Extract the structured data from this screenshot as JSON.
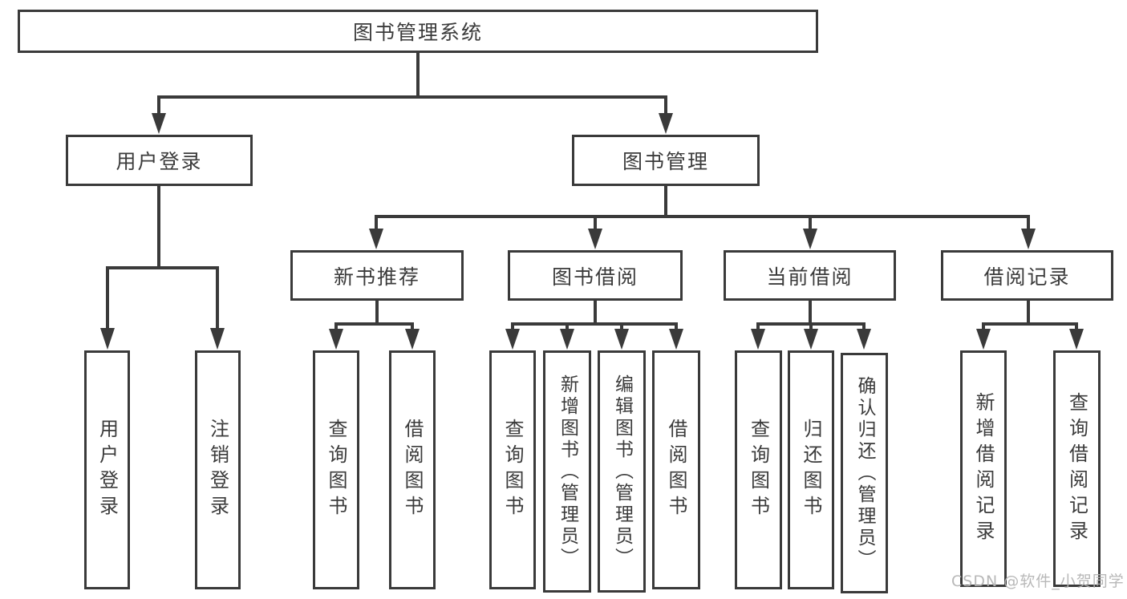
{
  "root": {
    "label": "图书管理系统"
  },
  "branches": {
    "user_login": {
      "label": "用户登录",
      "children": [
        {
          "label": "用户登录"
        },
        {
          "label": "注销登录"
        }
      ]
    },
    "book_management": {
      "label": "图书管理",
      "sections": [
        {
          "label": "新书推荐",
          "children": [
            {
              "label": "查询图书"
            },
            {
              "label": "借阅图书"
            }
          ]
        },
        {
          "label": "图书借阅",
          "children": [
            {
              "label": "查询图书"
            },
            {
              "label": "新增图书（管理员）"
            },
            {
              "label": "编辑图书（管理员）"
            },
            {
              "label": "借阅图书"
            }
          ]
        },
        {
          "label": "当前借阅",
          "children": [
            {
              "label": "查询图书"
            },
            {
              "label": "归还图书"
            },
            {
              "label": "确认归还（管理员）"
            }
          ]
        },
        {
          "label": "借阅记录",
          "children": [
            {
              "label": "新增借阅记录"
            },
            {
              "label": "查询借阅记录"
            }
          ]
        }
      ]
    }
  },
  "watermark": {
    "text": "CSDN @软件_小贺同学"
  },
  "colors": {
    "line": "#3a3a3a",
    "text": "#3b3b3b",
    "watermark": "#b5b5b5",
    "background": "#ffffff"
  }
}
